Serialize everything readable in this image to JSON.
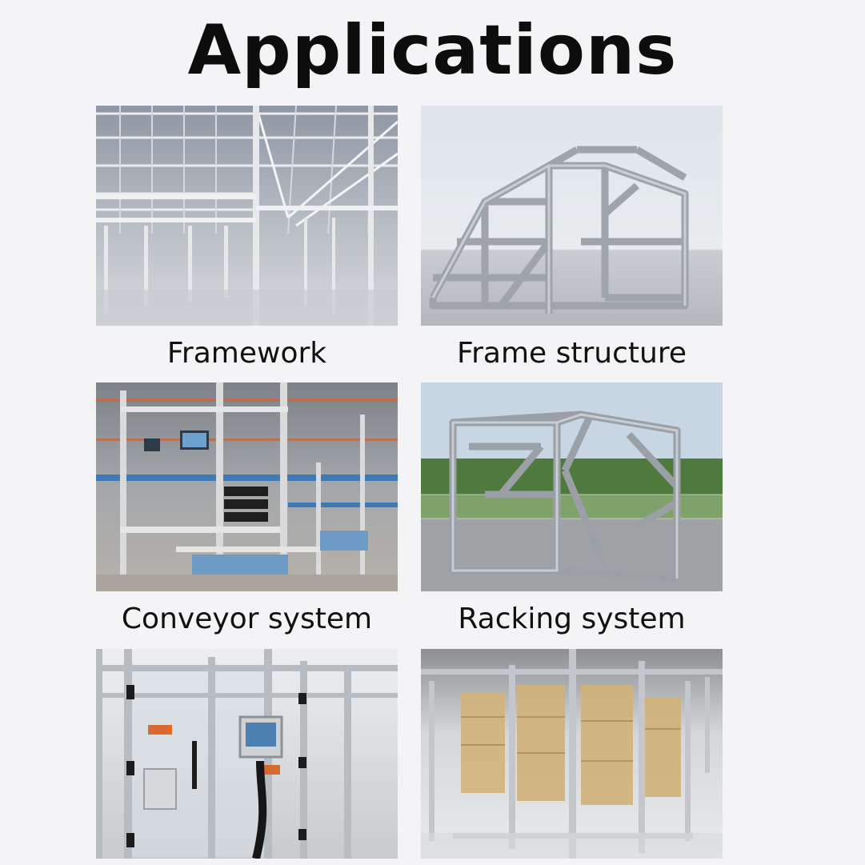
{
  "page": {
    "title": "Applications"
  },
  "applications": [
    {
      "label": "Framework",
      "icon": "framework-photo"
    },
    {
      "label": "Frame structure",
      "icon": "frame-structure-photo"
    },
    {
      "label": "Conveyor system",
      "icon": "conveyor-system-photo"
    },
    {
      "label": "Racking system",
      "icon": "racking-system-photo"
    },
    {
      "label": "",
      "icon": "machine-enclosure-photo"
    },
    {
      "label": "",
      "icon": "storage-enclosure-photo"
    }
  ]
}
